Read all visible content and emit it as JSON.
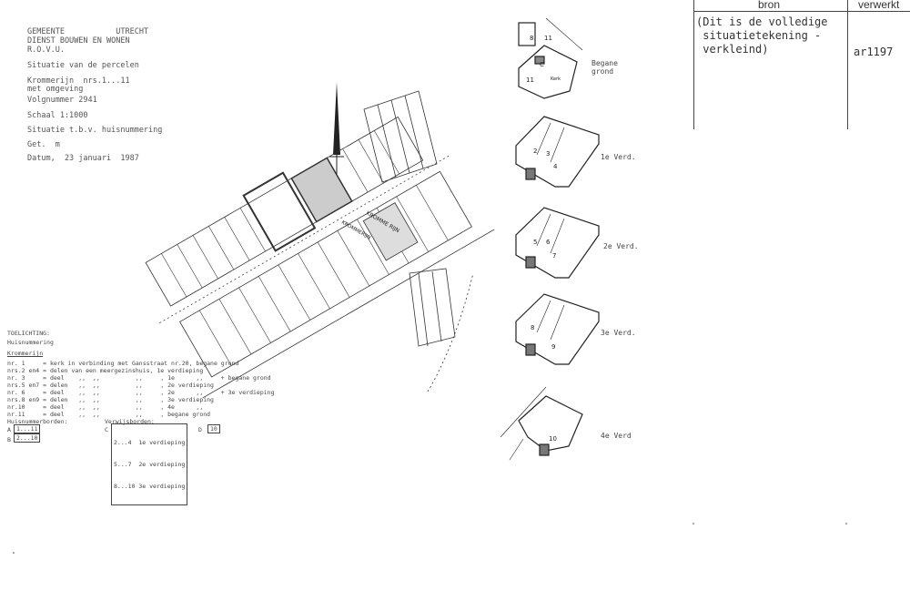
{
  "header": {
    "lines": [
      "GEMEENTE           UTRECHT",
      "DIENST BOUWEN EN WONEN",
      "R.O.V.U.",
      "Situatie van de percelen",
      "Krommerijn  nrs.1...11",
      "met omgeving",
      "Volgnummer 2941",
      "Schaal 1:1000",
      "Situatie t.b.v. huisnummering",
      "Get.  m",
      "Datum,  23 januari  1987"
    ]
  },
  "legend": {
    "title": "TOELICHTING:",
    "subtitle": "Huisnummering",
    "street": "Krommerijn",
    "rows": [
      "nr. 1     = kerk in verbinding met Gansstraat nr.20, begane grond",
      "nrs.2 en4 = delen van een meergezinshuis, 1e verdieping",
      "nr. 3     = deel    ,,  ,,          ,,     , 1e      ,,     + begane grond",
      "nrs.5 en7 = delen   ,,  ,,          ,,     , 2e verdieping",
      "nr. 6     = deel    ,,  ,,          ,,     , 2e      ,,     + 3e verdieping",
      "nrs.8 en9 = delen   ,,  ,,          ,,     , 3e verdieping",
      "nr.10     = deel    ,,  ,,          ,,     , 4e      ,,",
      "nr.11     = deel    ,,  ,,          ,,     , begane grond"
    ],
    "huisnummerborden": "Huisnummerborden:",
    "verwijsborden": "Verwijsborden:",
    "board_a_label": "A",
    "board_a": "1...11",
    "board_b_label": "B",
    "board_b": "2...10",
    "board_c_label": "C",
    "board_c": [
      "2...4  1e verdieping",
      "5...7  2e verdieping",
      "8...10 3e verdieping"
    ],
    "board_d_label": "D",
    "board_d": "10"
  },
  "map": {
    "street": "KROMME RIJN",
    "street2": "KROMMERIJN",
    "plan_labels": [
      "C",
      "Kerk",
      "2",
      "3",
      "4",
      "5",
      "6",
      "7",
      "8",
      "9",
      "10",
      "11",
      "8",
      "11"
    ]
  },
  "floors": [
    "Begane\ngrond",
    "1e Verd.",
    "2e Verd.",
    "3e Verd.",
    "4e Verd"
  ],
  "table": {
    "col1": "bron",
    "col2": "verwerkt",
    "source_text": "(Dit is de volledige\n situatietekening -\n verkleind)",
    "code": "ar1197"
  }
}
